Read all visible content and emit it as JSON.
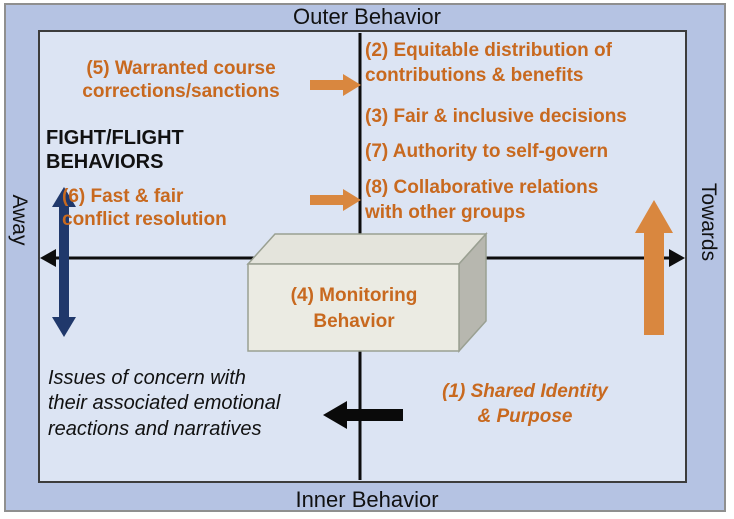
{
  "diagram": {
    "outer_label": "Outer Behavior",
    "inner_label": "Inner Behavior",
    "away_label": "Away",
    "towards_label": "Towards",
    "fight_flight": "FIGHT/FLIGHT\nBEHAVIORS",
    "issues_note": "Issues of concern with\ntheir associated emotional\nreactions and narratives",
    "items": {
      "item1": "(1) Shared Identity\n& Purpose",
      "item2": "(2) Equitable distribution of\ncontributions & benefits",
      "item3": "(3) Fair & inclusive decisions",
      "item4": "(4) Monitoring\nBehavior",
      "item5": "(5) Warranted course\ncorrections/sanctions",
      "item6": "(6) Fast & fair\nconflict resolution",
      "item7": "(7) Authority to self-govern",
      "item8": "(8) Collaborative relations\nwith other groups"
    },
    "arrows": {
      "away": "navy-double-vertical-arrow",
      "towards": "orange-up-arrow",
      "outward_top": "orange-right-arrow",
      "outward_bottom": "orange-right-arrow",
      "inward": "black-left-arrow",
      "horizontal_axis": "black-double-headed-axis"
    },
    "colors": {
      "margin_background": "#b5c3e3",
      "panel_background": "#dce4f3",
      "orange_text": "#c8691f",
      "orange_arrow": "#d9873f",
      "navy_arrow": "#20386b",
      "axis_black": "#0d0d0d",
      "box_front": "#ebebe3",
      "box_top": "#e4e4dc",
      "box_right": "#b7b7af"
    }
  }
}
